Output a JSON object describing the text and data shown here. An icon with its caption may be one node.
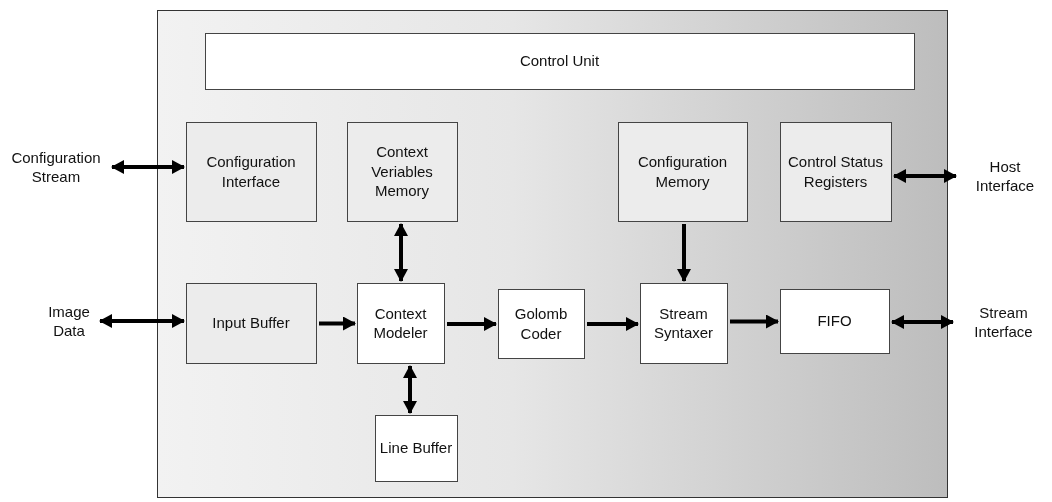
{
  "diagram": {
    "nodes": [
      {
        "text": [],
        "shape": "box"
      },
      {
        "text": [
          "Control Unit"
        ],
        "in": 0
      },
      {
        "text": [
          "Configuration Interface"
        ],
        "in": 0
      },
      {
        "text": [
          "Context Veriables Memory"
        ],
        "in": 0
      },
      {
        "text": [
          "Configuration Memory"
        ],
        "in": 0
      },
      {
        "text": [
          "Control Status Registers"
        ],
        "in": 0
      },
      {
        "text": [
          "Input Buffer"
        ],
        "in": 0
      },
      {
        "text": [
          "Context Modeler"
        ],
        "in": 0
      },
      {
        "text": [
          "Golomb Coder"
        ],
        "in": 0
      },
      {
        "text": [
          "Stream Syntaxer"
        ],
        "in": 0
      },
      {
        "text": [
          "FIFO"
        ],
        "in": 0
      },
      {
        "text": [
          "Line Buffer"
        ],
        "in": 0
      },
      {
        "text": [
          "Configuration Stream"
        ]
      },
      {
        "text": [
          "Image Data"
        ]
      },
      {
        "text": [
          "Host Interface"
        ]
      },
      {
        "text": [
          "Stream Interface"
        ]
      }
    ],
    "edges": [
      {
        "from": 12,
        "to": 2,
        "arrow": "both"
      },
      {
        "from": 14,
        "to": 5,
        "arrow": "both"
      },
      {
        "from": 13,
        "to": 6,
        "arrow": "both"
      },
      {
        "from": 15,
        "to": 10,
        "arrow": "both"
      },
      {
        "from": 3,
        "to": 7,
        "arrow": "both"
      },
      {
        "from": 7,
        "to": 11,
        "arrow": "both"
      },
      {
        "from": 6,
        "to": 7,
        "arrow": "to"
      },
      {
        "from": 7,
        "to": 8,
        "arrow": "to"
      },
      {
        "from": 8,
        "to": 9,
        "arrow": "to"
      },
      {
        "from": 4,
        "to": 9,
        "arrow": "to"
      },
      {
        "from": 9,
        "to": 10,
        "arrow": "to"
      }
    ]
  }
}
